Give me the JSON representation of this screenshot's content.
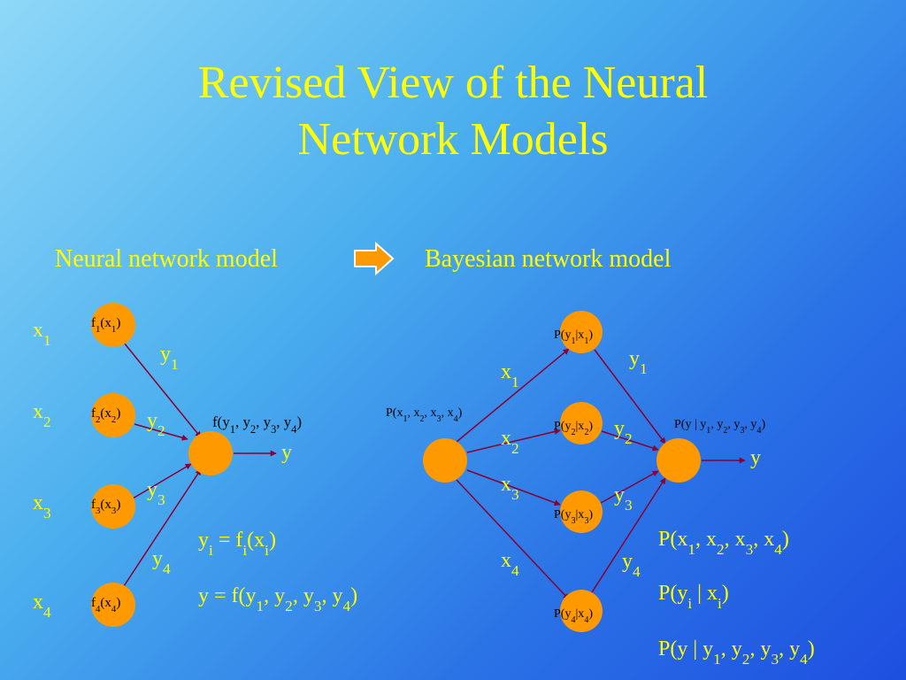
{
  "slide": {
    "title_line1": "Revised View of the Neural",
    "title_line2": "Network Models",
    "left_caption": "Neural network model",
    "right_caption": "Bayesian network model"
  },
  "neural": {
    "inputs": [
      "x",
      "x",
      "x",
      "x"
    ],
    "input_subs": [
      "1",
      "2",
      "3",
      "4"
    ],
    "func_name": "f",
    "edge_var": "y",
    "output_func": "f",
    "output_label": "y",
    "eq_yi": [
      "y",
      "i",
      " = f",
      "i",
      "(x",
      "i",
      ")"
    ],
    "eq_y": [
      "y = f(y",
      "1",
      ", y",
      "2",
      ", y",
      "3",
      ", y",
      "4",
      ")"
    ]
  },
  "bayes": {
    "root_label": [
      "P(x",
      "1",
      ", x",
      "2",
      ", x",
      "3",
      ", x",
      "4",
      ")"
    ],
    "edge_in_var": "x",
    "edge_out_var": "y",
    "node_prefix": "P(y",
    "node_sep": "|x",
    "output_node": [
      "P(y | y",
      "1",
      ", y",
      "2",
      ", y",
      "3",
      ", y",
      "4",
      ")"
    ],
    "output_label": "y",
    "eq1": [
      "P(x",
      "1",
      ", x",
      "2",
      ", x",
      "3",
      ", x",
      "4",
      ")"
    ],
    "eq2": [
      "P(y",
      "i",
      " | x",
      "i",
      ")"
    ],
    "eq3": [
      "P(y | y",
      "1",
      ", y",
      "2",
      ", y",
      "3",
      ", y",
      "4",
      ")"
    ]
  },
  "colors": {
    "title": "#ffff00",
    "node_fill": "#ff9900",
    "edge": "#8b0030",
    "arrow_fill": "#ff9900",
    "arrow_stroke": "#ffffff"
  }
}
